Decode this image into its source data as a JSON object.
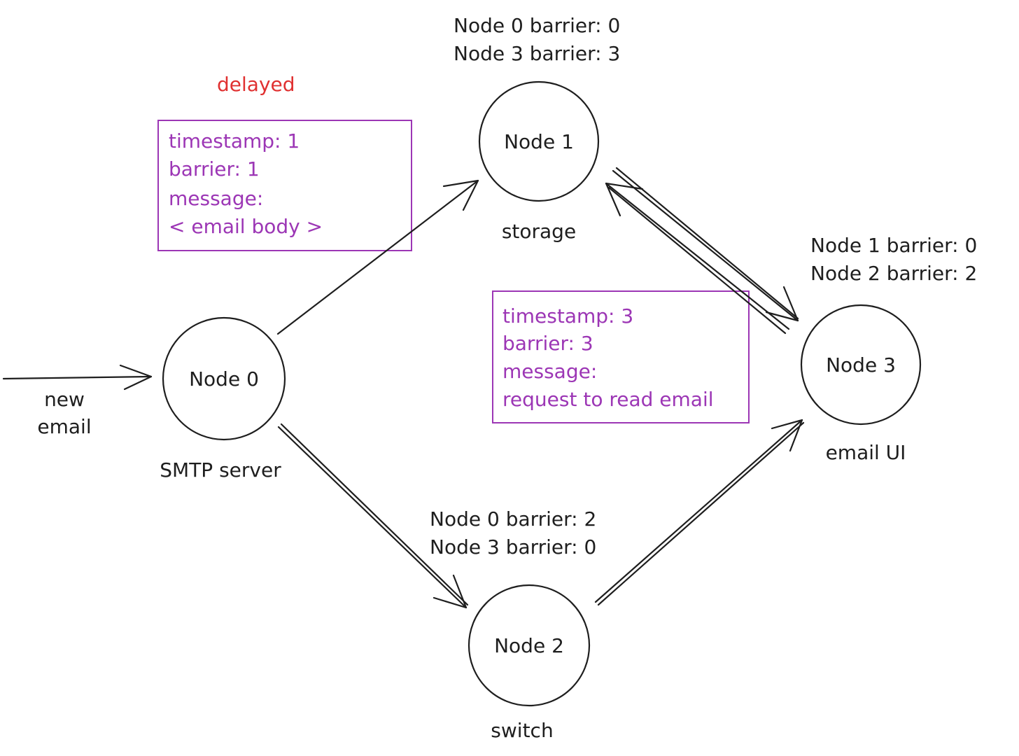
{
  "nodes": {
    "n0": {
      "label": "Node 0",
      "role": "SMTP server"
    },
    "n1": {
      "label": "Node 1",
      "role": "storage"
    },
    "n2": {
      "label": "Node 2",
      "role": "switch"
    },
    "n3": {
      "label": "Node 3",
      "role": "email UI"
    }
  },
  "barriers": {
    "n1": [
      "Node 0 barrier: 0",
      "Node 3 barrier: 3"
    ],
    "n2": [
      "Node 0 barrier: 2",
      "Node 3 barrier: 0"
    ],
    "n3": [
      "Node 1 barrier:  0",
      "Node 2 barrier: 2"
    ]
  },
  "input_label": [
    "new",
    "email"
  ],
  "delayed_label": "delayed",
  "messages": {
    "m1": [
      "timestamp: 1",
      "barrier: 1",
      "message:",
      "< email body >"
    ],
    "m2": [
      "timestamp: 3",
      "barrier: 3",
      "message:",
      "request to read email"
    ]
  },
  "colors": {
    "ink": "#1e1e1e",
    "message": "#9c36b5",
    "delayed": "#e03131"
  }
}
